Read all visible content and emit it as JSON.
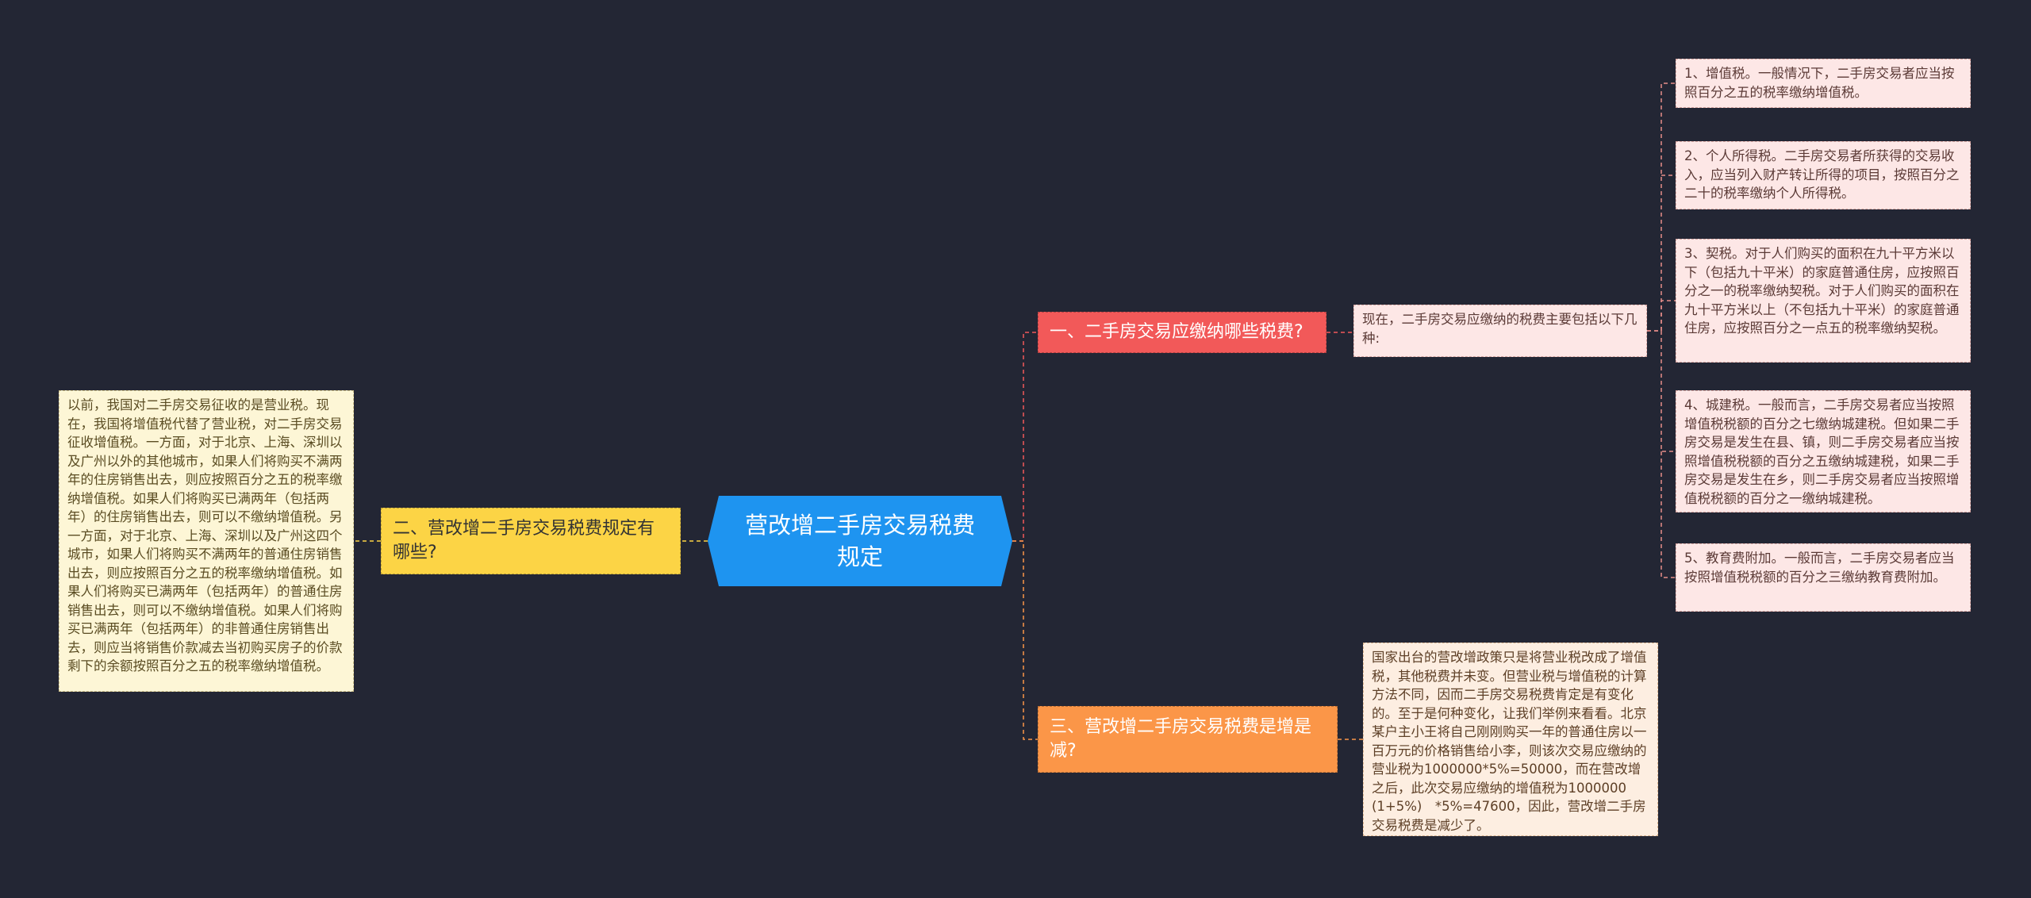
{
  "central": "营改增二手房交易税费规定",
  "branches": {
    "b1": "一、二手房交易应缴纳哪些税费?",
    "b2": "二、营改增二手房交易税费规定有哪些?",
    "b3": "三、营改增二手房交易税费是增是减?"
  },
  "b1_intro": "现在，二手房交易应缴纳的税费主要包括以下几种:",
  "b1_items": [
    "1、增值税。一般情况下，二手房交易者应当按照百分之五的税率缴纳增值税。",
    "2、个人所得税。二手房交易者所获得的交易收入，应当列入财产转让所得的项目，按照百分之二十的税率缴纳个人所得税。",
    "3、契税。对于人们购买的面积在九十平方米以下（包括九十平米）的家庭普通住房，应按照百分之一的税率缴纳契税。对于人们购买的面积在九十平方米以上（不包括九十平米）的家庭普通住房，应按照百分之一点五的税率缴纳契税。",
    "4、城建税。一般而言，二手房交易者应当按照增值税税额的百分之七缴纳城建税。但如果二手房交易是发生在县、镇，则二手房交易者应当按照增值税税额的百分之五缴纳城建税，如果二手房交易是发生在乡，则二手房交易者应当按照增值税税额的百分之一缴纳城建税。",
    "5、教育费附加。一般而言，二手房交易者应当按照增值税税额的百分之三缴纳教育费附加。"
  ],
  "b2_text": "以前，我国对二手房交易征收的是营业税。现在，我国将增值税代替了营业税，对二手房交易征收增值税。一方面，对于北京、上海、深圳以及广州以外的其他城市，如果人们将购买不满两年的住房销售出去，则应按照百分之五的税率缴纳增值税。如果人们将购买已满两年（包括两年）的住房销售出去，则可以不缴纳增值税。另一方面，对于北京、上海、深圳以及广州这四个城市，如果人们将购买不满两年的普通住房销售出去，则应按照百分之五的税率缴纳增值税。如果人们将购买已满两年（包括两年）的普通住房销售出去，则可以不缴纳增值税。如果人们将购买已满两年（包括两年）的非普通住房销售出去，则应当将销售价款减去当初购买房子的价款剩下的余额按照百分之五的税率缴纳增值税。",
  "b3_text": "国家出台的营改增政策只是将营业税改成了增值税，其他税费并未变。但营业税与增值税的计算方法不同，因而二手房交易税费肯定是有变化的。至于是何种变化，让我们举例来看看。北京某户主小王将自己刚刚购买一年的普通住房以一百万元的价格销售给小李，则该次交易应缴纳的营业税为1000000*5%=50000，而在营改增之后，此次交易应缴纳的增值税为1000000　(1+5%)　*5%=47600，因此，营改增二手房交易税费是减少了。",
  "colors": {
    "background": "#232634",
    "central": "#1e94f0",
    "branch1": "#f25959",
    "branch2": "#fcd445",
    "branch3": "#fb9648",
    "leaf_pink": "#fde7e6",
    "leaf_yellow": "#fdf6d6",
    "leaf_peach": "#fdeee1"
  }
}
